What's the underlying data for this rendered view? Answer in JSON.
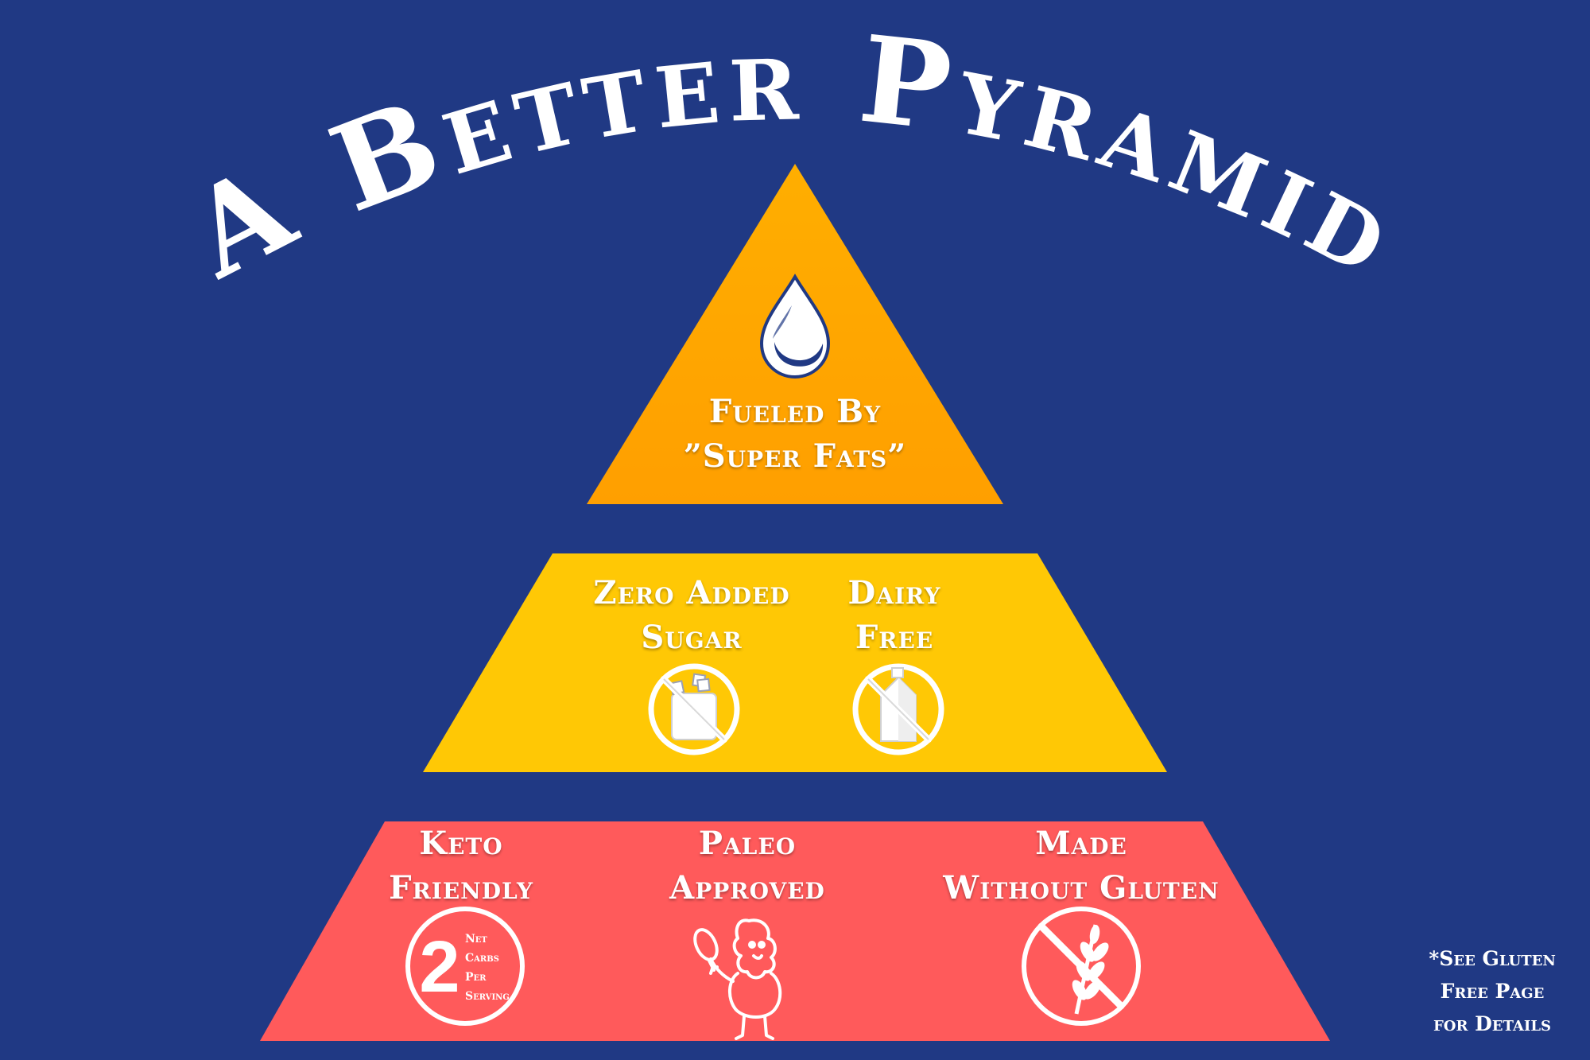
{
  "title": "A Better Pyramid",
  "colors": {
    "background": "#203984",
    "top_tier": "#FFA500",
    "middle_tier": "#FFC805",
    "bottom_tier": "#FF5A5B",
    "text": "#FFFFFF"
  },
  "pyramid": {
    "top": {
      "icon": "oil-drop-icon",
      "lines": [
        "Fueled By",
        "”Super Fats”"
      ]
    },
    "middle": {
      "items": [
        {
          "lines": [
            "Zero Added",
            "Sugar"
          ],
          "icon": "no-sugar-icon"
        },
        {
          "lines": [
            "Dairy",
            "Free"
          ],
          "icon": "no-dairy-icon"
        }
      ]
    },
    "bottom": {
      "items": [
        {
          "lines": [
            "Keto",
            "Friendly"
          ],
          "icon": "net-carbs-badge-icon",
          "badge": {
            "number": "2",
            "words": [
              "Net",
              "Carbs",
              "Per",
              "Serving"
            ]
          }
        },
        {
          "lines": [
            "Paleo",
            "Approved"
          ],
          "icon": "caveman-icon"
        },
        {
          "lines": [
            "Made",
            "Without Gluten"
          ],
          "icon": "no-wheat-icon"
        }
      ]
    }
  },
  "footnote": [
    "*See Gluten",
    "Free Page",
    "for Details"
  ]
}
